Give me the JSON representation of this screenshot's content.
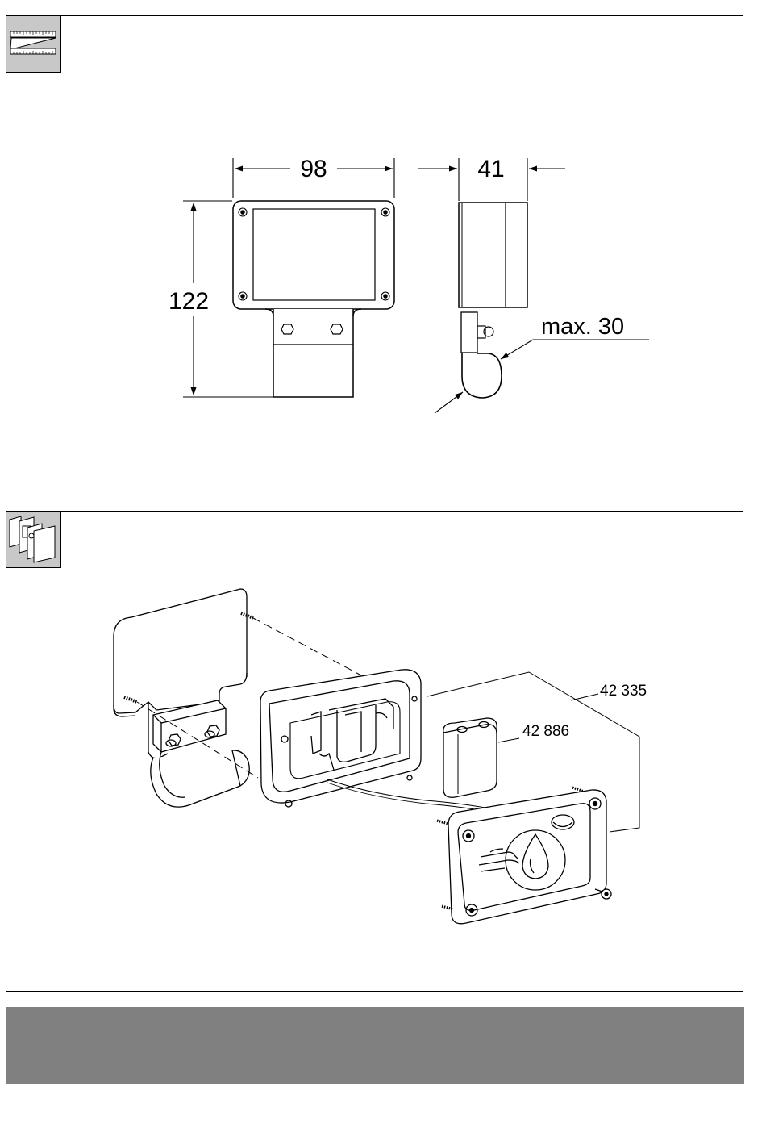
{
  "panels": {
    "dimensions": {
      "icon": "folding-ruler-icon",
      "width_label": "98",
      "depth_label": "41",
      "height_label": "122",
      "pipe_label": "max. 30"
    },
    "exploded": {
      "icon": "assembly-parts-icon",
      "part_kit_label": "42 335",
      "part_battery_label": "42 886"
    }
  },
  "colors": {
    "line": "#000000",
    "icon_bg": "#c8c8c8",
    "footer_bar": "#808080"
  }
}
